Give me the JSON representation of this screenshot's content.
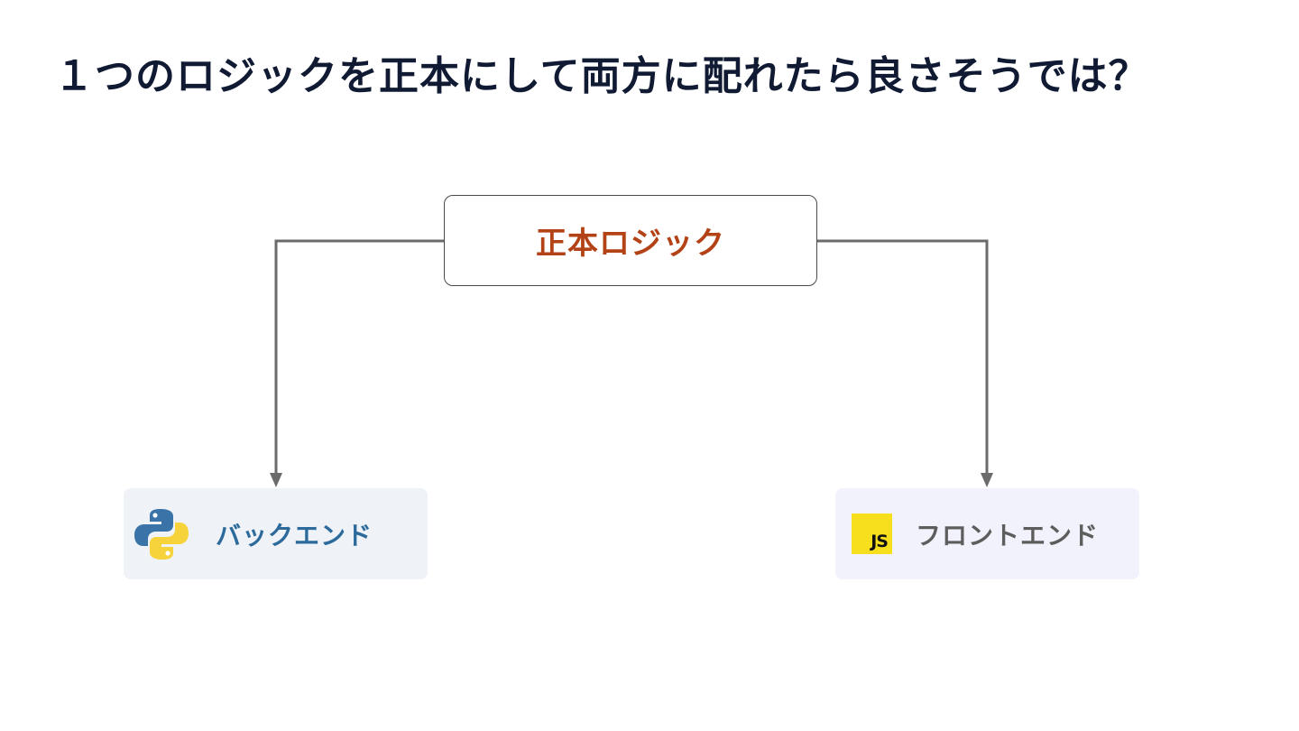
{
  "title": "１つのロジックを正本にして両方に配れたら良さそうでは？",
  "center": {
    "label": "正本ロジック"
  },
  "backend": {
    "label": "バックエンド",
    "icon": "python-logo-icon"
  },
  "frontend": {
    "label": "フロントエンド",
    "icon": "javascript-logo-icon",
    "icon_text": "JS"
  },
  "colors": {
    "title": "#111a33",
    "center_label": "#b34316",
    "backend_label": "#2c6a9c",
    "frontend_label": "#5d5d5d",
    "connector": "#6b6b6b",
    "backend_bg": "#eff3f8",
    "frontend_bg": "#f2f2fc",
    "js_yellow": "#f7df1e"
  }
}
